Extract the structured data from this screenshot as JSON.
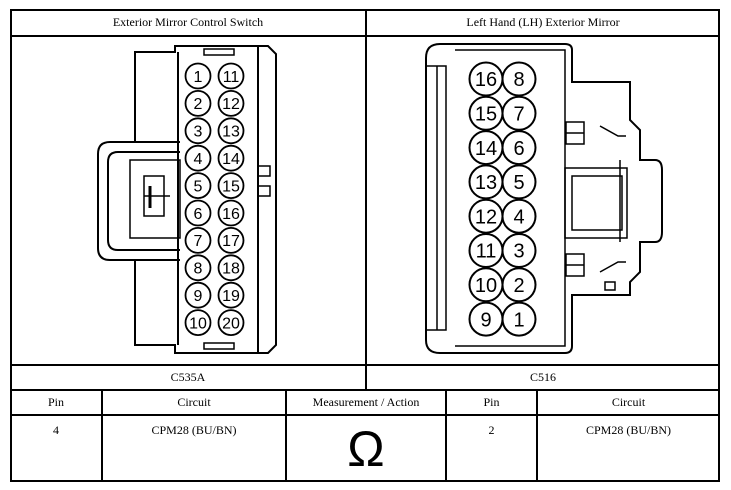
{
  "connectors": [
    {
      "title": "Exterior Mirror Control Switch",
      "label": "C535A",
      "pins_left": [
        "1",
        "2",
        "3",
        "4",
        "5",
        "6",
        "7",
        "8",
        "9",
        "10"
      ],
      "pins_right": [
        "11",
        "12",
        "13",
        "14",
        "15",
        "16",
        "17",
        "18",
        "19",
        "20"
      ]
    },
    {
      "title": "Left Hand (LH) Exterior Mirror",
      "label": "C516",
      "pins_left": [
        "16",
        "15",
        "14",
        "13",
        "12",
        "11",
        "10",
        "9"
      ],
      "pins_right": [
        "8",
        "7",
        "6",
        "5",
        "4",
        "3",
        "2",
        "1"
      ]
    }
  ],
  "table": {
    "headers": [
      "Pin",
      "Circuit",
      "Measurement / Action",
      "Pin",
      "Circuit"
    ],
    "row": {
      "pin_a": "4",
      "circuit_a": "CPM28 (BU/BN)",
      "measurement_symbol": "Ω",
      "pin_b": "2",
      "circuit_b": "CPM28 (BU/BN)"
    }
  }
}
